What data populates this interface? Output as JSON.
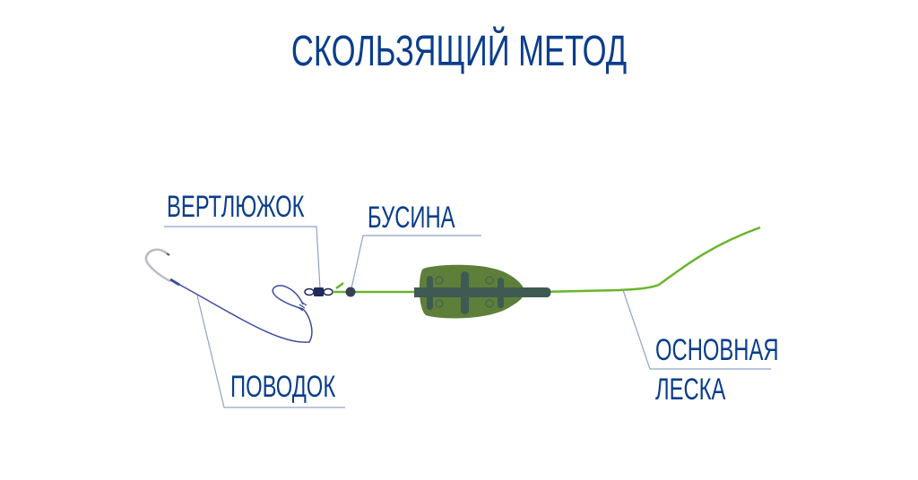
{
  "title": "СКОЛЬЗЯЩИЙ МЕТОД",
  "labels": {
    "swivel": "ВЕРТЛЮЖОК",
    "bead": "БУСИНА",
    "leader": "ПОВОДОК",
    "main_line_1": "ОСНОВНАЯ",
    "main_line_2": "ЛЕСКА"
  },
  "colors": {
    "text": "#0a3d8c",
    "leader_line": "#8fa3c4",
    "main_line": "#6ab42d",
    "feeder_body": "#5d7f3a",
    "feeder_frame": "#3f5a52",
    "leader": "#3c4aa0",
    "swivel": "#1f2a5a",
    "bead": "#3a3f55"
  }
}
